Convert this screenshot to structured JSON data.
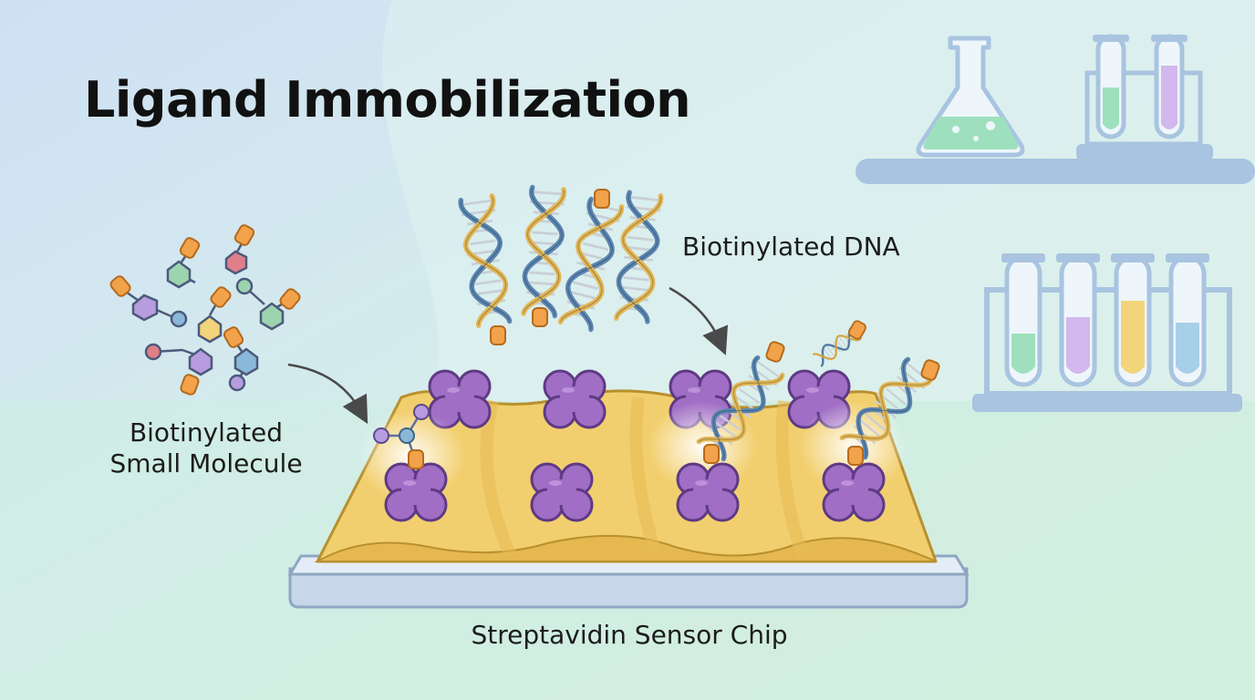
{
  "diagram": {
    "title": "Ligand Immobilization",
    "labels": {
      "biotinylated_dna": "Biotinylated DNA",
      "small_molecule_line1": "Biotinylated",
      "small_molecule_line2": "Small Molecule",
      "sensor_chip": "Streptavidin Sensor Chip"
    }
  },
  "colors": {
    "chip_gold": "#f2cf6e",
    "chip_base": "#c7d6e8",
    "streptavidin": "#a06ec4",
    "biotin_tag": "#f2a24a",
    "dna_blue": "#5c86b0",
    "dna_gold": "#e2b85c",
    "molecule_purple": "#a07ccf",
    "molecule_green": "#8fc9a0",
    "molecule_blue": "#8ab8d8",
    "molecule_pink": "#e07f8a",
    "shelf": "#a8c4e0"
  },
  "icons": [
    "erlenmeyer-flask-icon",
    "test-tube-icon",
    "test-tube-rack-icon",
    "dna-helix-icon",
    "streptavidin-icon",
    "biotin-tag-icon",
    "small-molecule-icon",
    "arrow-icon"
  ]
}
